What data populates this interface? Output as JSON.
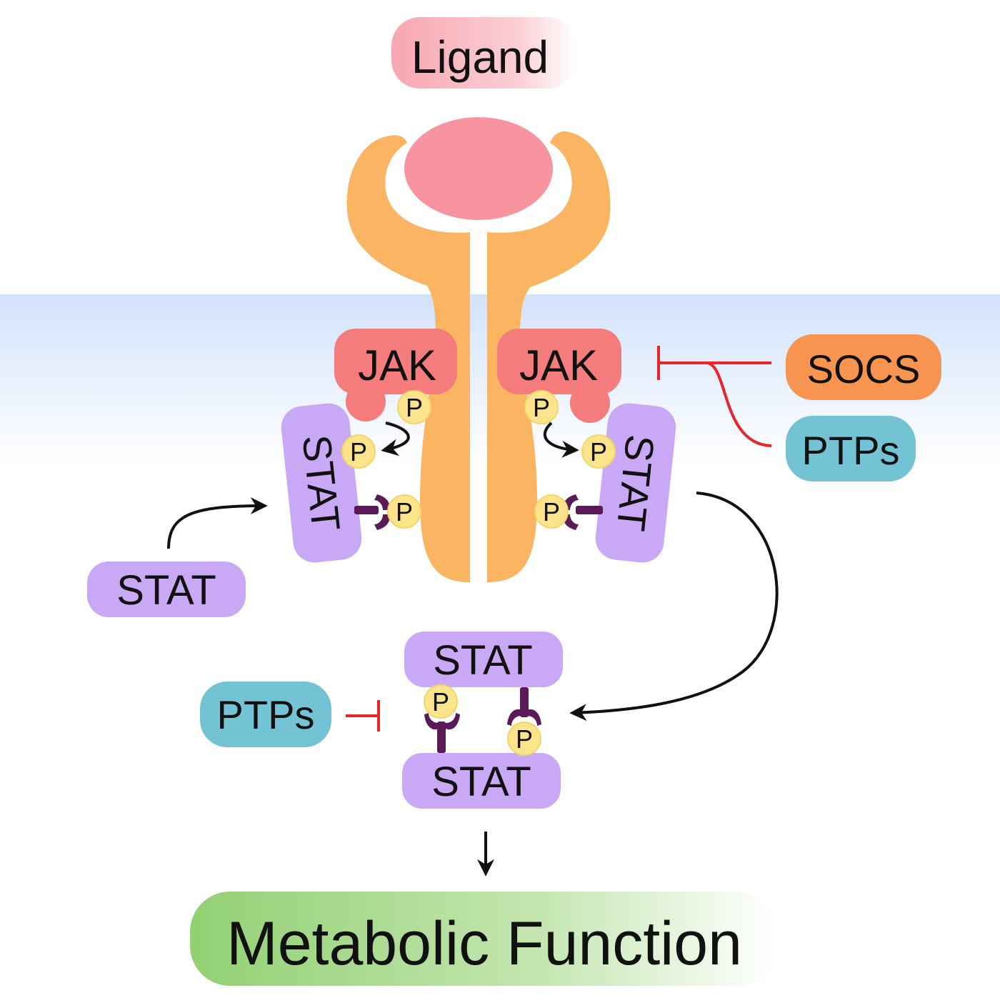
{
  "labels": {
    "ligand": "Ligand",
    "jak_left": "JAK",
    "jak_right": "JAK",
    "socs": "SOCS",
    "ptps_top": "PTPs",
    "ptps_bottom": "PTPs",
    "stat_free": "STAT",
    "stat_left": "STAT",
    "stat_right": "STAT",
    "stat_dimer_top": "STAT",
    "stat_dimer_bottom": "STAT",
    "phospho": "P",
    "output": "Metabolic Function"
  },
  "colors": {
    "ligand": "#f7949f",
    "receptor": "#fbb562",
    "jak": "#f47c7c",
    "stat": "#c9a9f5",
    "socs": "#f7944f",
    "ptps": "#74c3d5",
    "phospho": "#fbe48c",
    "sh2": "#5a1a57",
    "inhibit": "#e8262a",
    "membrane": "#d2e2fb",
    "output": "#92d073"
  }
}
